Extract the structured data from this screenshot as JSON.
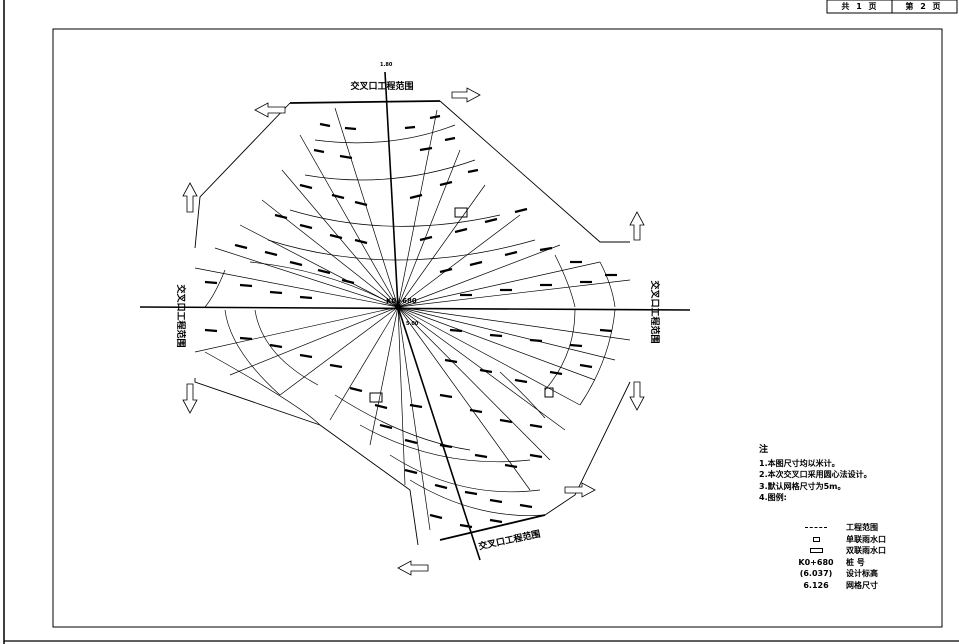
{
  "header": {
    "page_total": "共 1 页",
    "page_current": "第 2 页"
  },
  "plan": {
    "boundary_label": "交叉口工程范围",
    "center_station": "K0+680",
    "elevation_sample": "1.80",
    "grid_sample": "5.00"
  },
  "notes": {
    "title": "注",
    "items": [
      "1.本图尺寸均以米计。",
      "2.本次交叉口采用圆心法设计。",
      "3.默认网格尺寸为5m。",
      "4.图例:"
    ]
  },
  "legend": {
    "items": [
      {
        "symbol": "line",
        "label": "工程范围"
      },
      {
        "symbol": "box1",
        "label": "单联雨水口"
      },
      {
        "symbol": "box2",
        "label": "双联雨水口"
      },
      {
        "symbol": "K0+680",
        "label": "桩    号"
      },
      {
        "symbol": "(6.037)",
        "label": "设计标高"
      },
      {
        "symbol": "6.126",
        "label": "网格尺寸"
      }
    ]
  },
  "colors": {
    "ink": "#000000",
    "paper": "#ffffff"
  }
}
